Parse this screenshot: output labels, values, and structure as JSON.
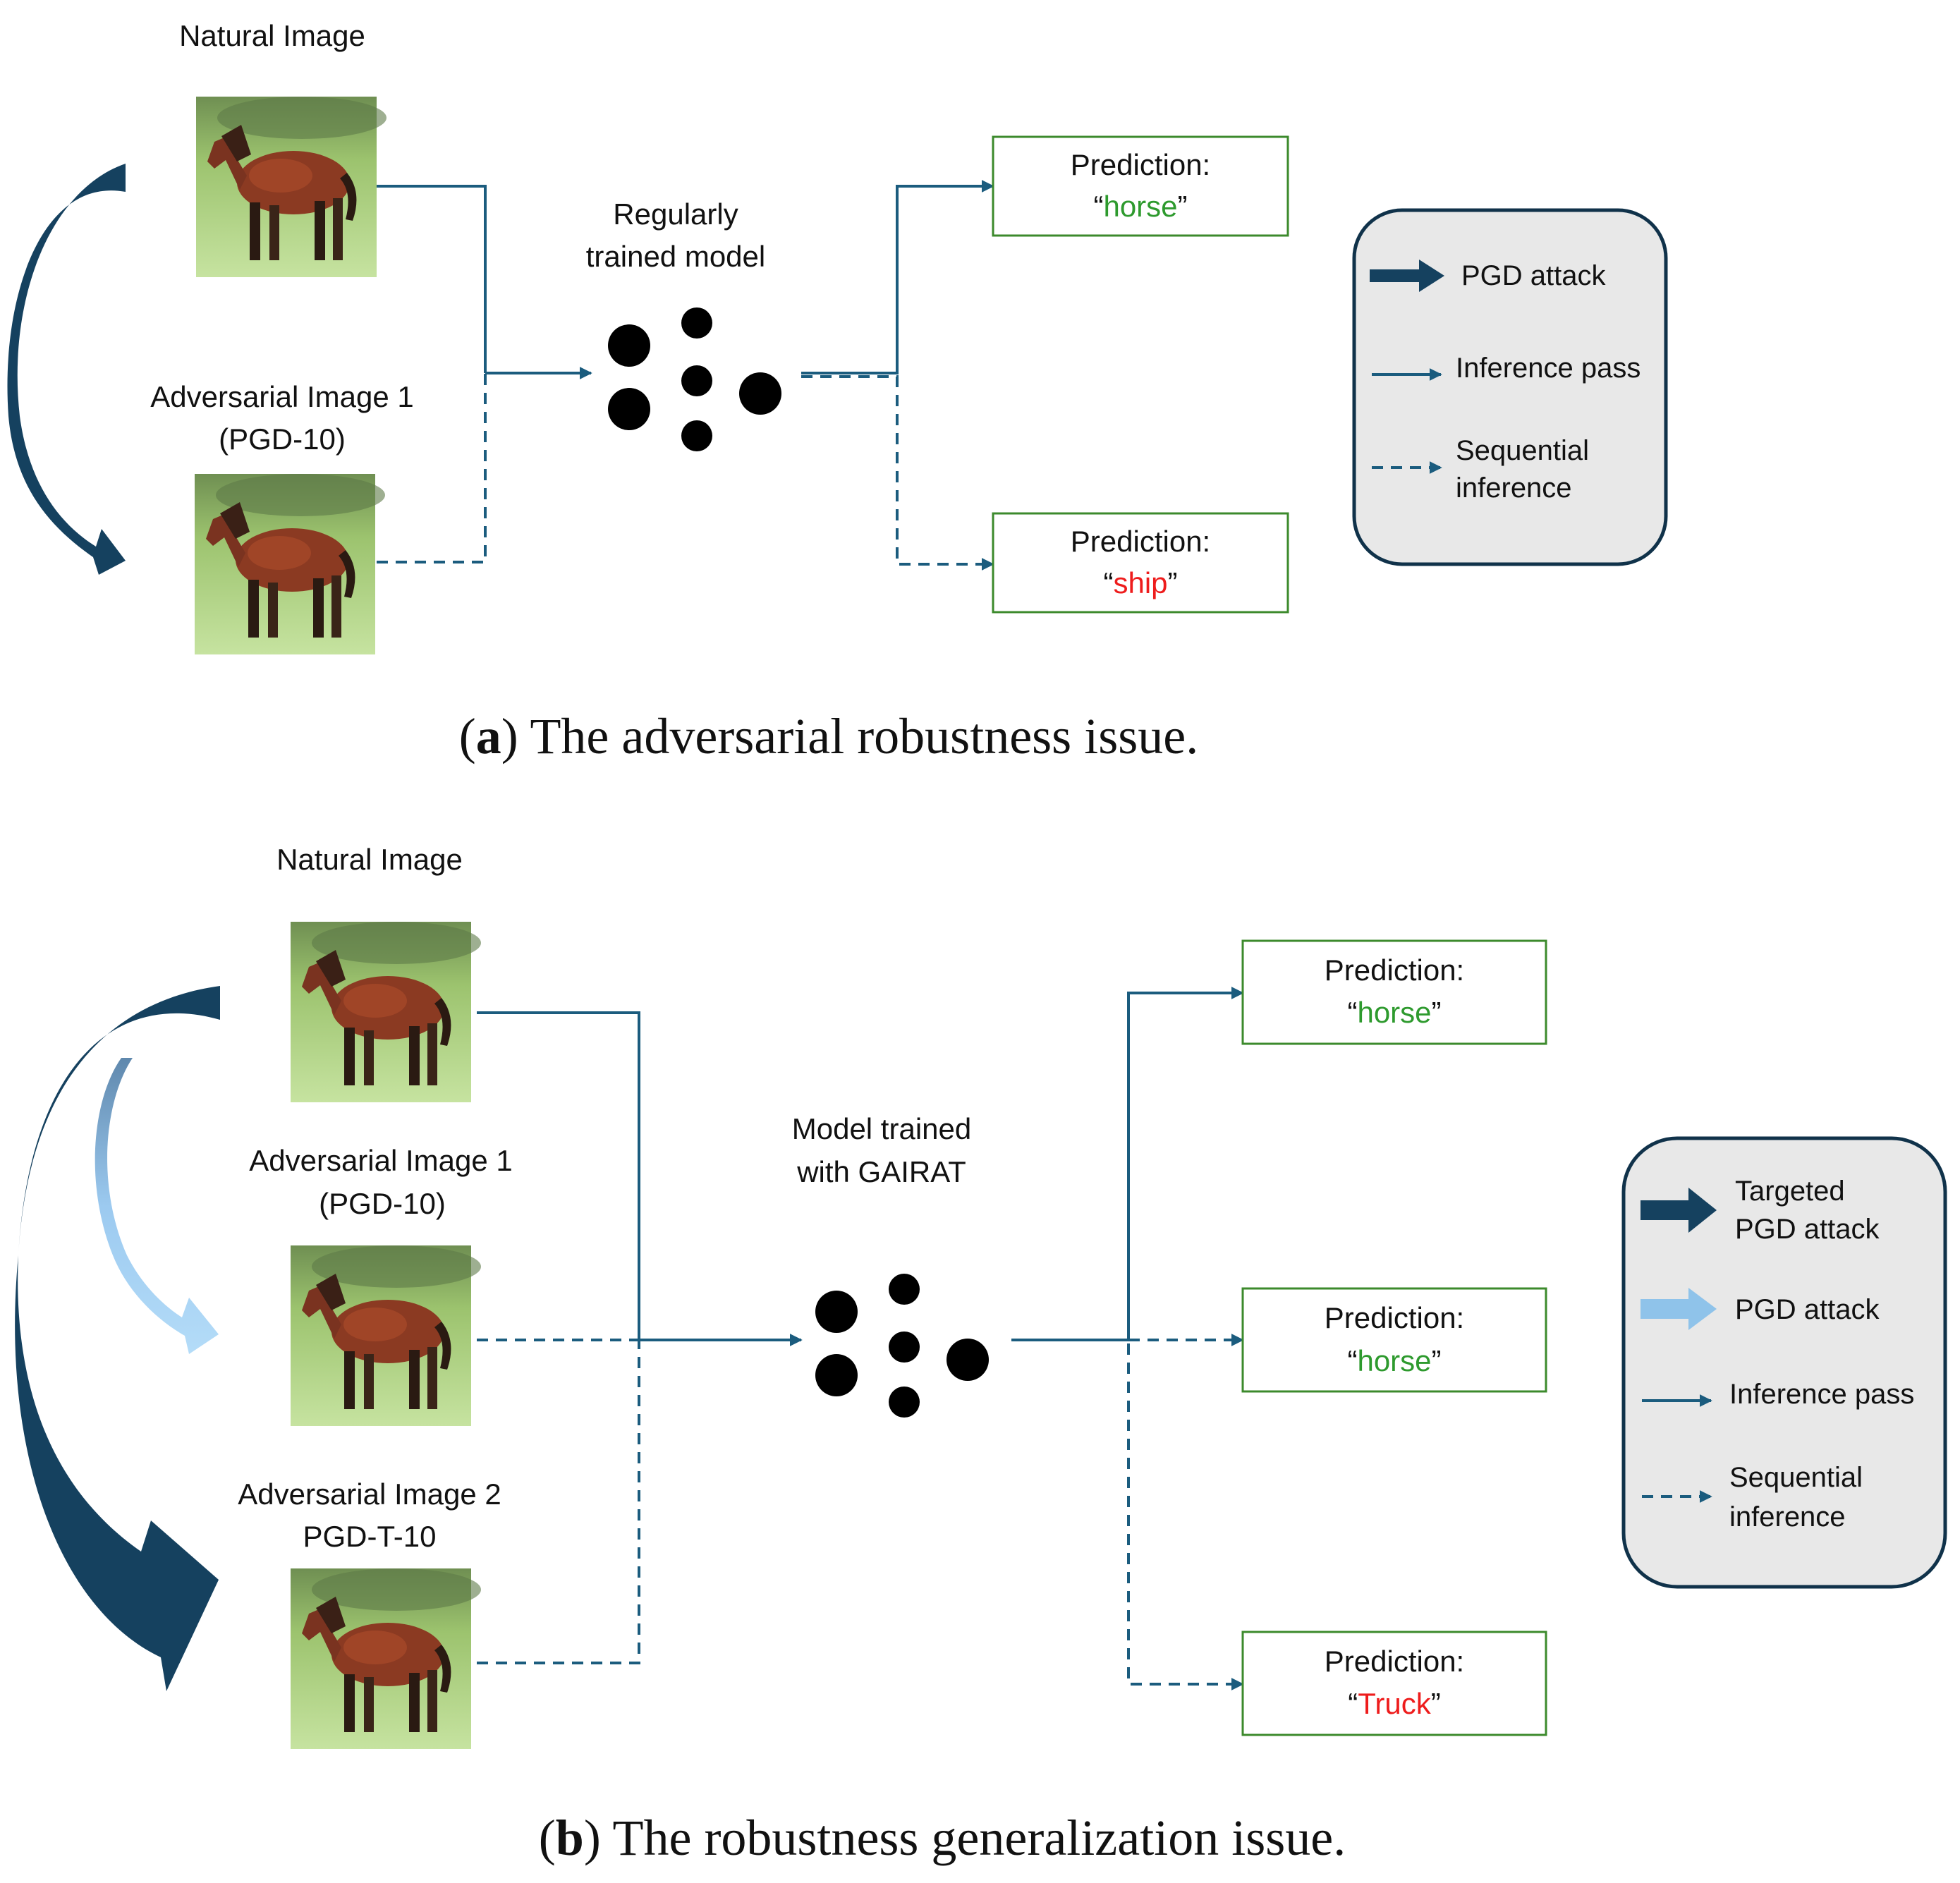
{
  "panel_a": {
    "natural_label": "Natural Image",
    "adv1_label_line1": "Adversarial Image 1",
    "adv1_label_line2": "(PGD-10)",
    "model_line1": "Regularly",
    "model_line2": "trained model",
    "pred_label": "Prediction:",
    "pred1_value": "horse",
    "pred2_value": "ship",
    "legend": {
      "attack": "PGD attack",
      "inference": "Inference pass",
      "seq_line1": "Sequential",
      "seq_line2": "inference"
    },
    "caption_letter": "a",
    "caption_text": "The adversarial robustness issue."
  },
  "panel_b": {
    "natural_label": "Natural Image",
    "adv1_label_line1": "Adversarial Image 1",
    "adv1_label_line2": "(PGD-10)",
    "adv2_label_line1": "Adversarial Image 2",
    "adv2_label_line2": "PGD-T-10",
    "model_line1": "Model trained",
    "model_line2": "with GAIRAT",
    "pred_label": "Prediction:",
    "pred1_value": "horse",
    "pred2_value": "horse",
    "pred3_value": "Truck",
    "legend": {
      "targeted_line1": "Targeted",
      "targeted_line2": "PGD attack",
      "attack": "PGD attack",
      "inference": "Inference pass",
      "seq_line1": "Sequential",
      "seq_line2": "inference"
    },
    "caption_letter": "b",
    "caption_text": "The robustness generalization issue."
  },
  "colors": {
    "flow": "#1b5c7e",
    "attack_dark": "#15415f",
    "attack_light": "#8fc3ea",
    "correct": "#2e9a2e",
    "wrong": "#ee1c1c",
    "box_border": "#3c8a2c"
  },
  "icons": {
    "image": "horse-thumbnail-icon",
    "model": "neural-network-icon"
  }
}
